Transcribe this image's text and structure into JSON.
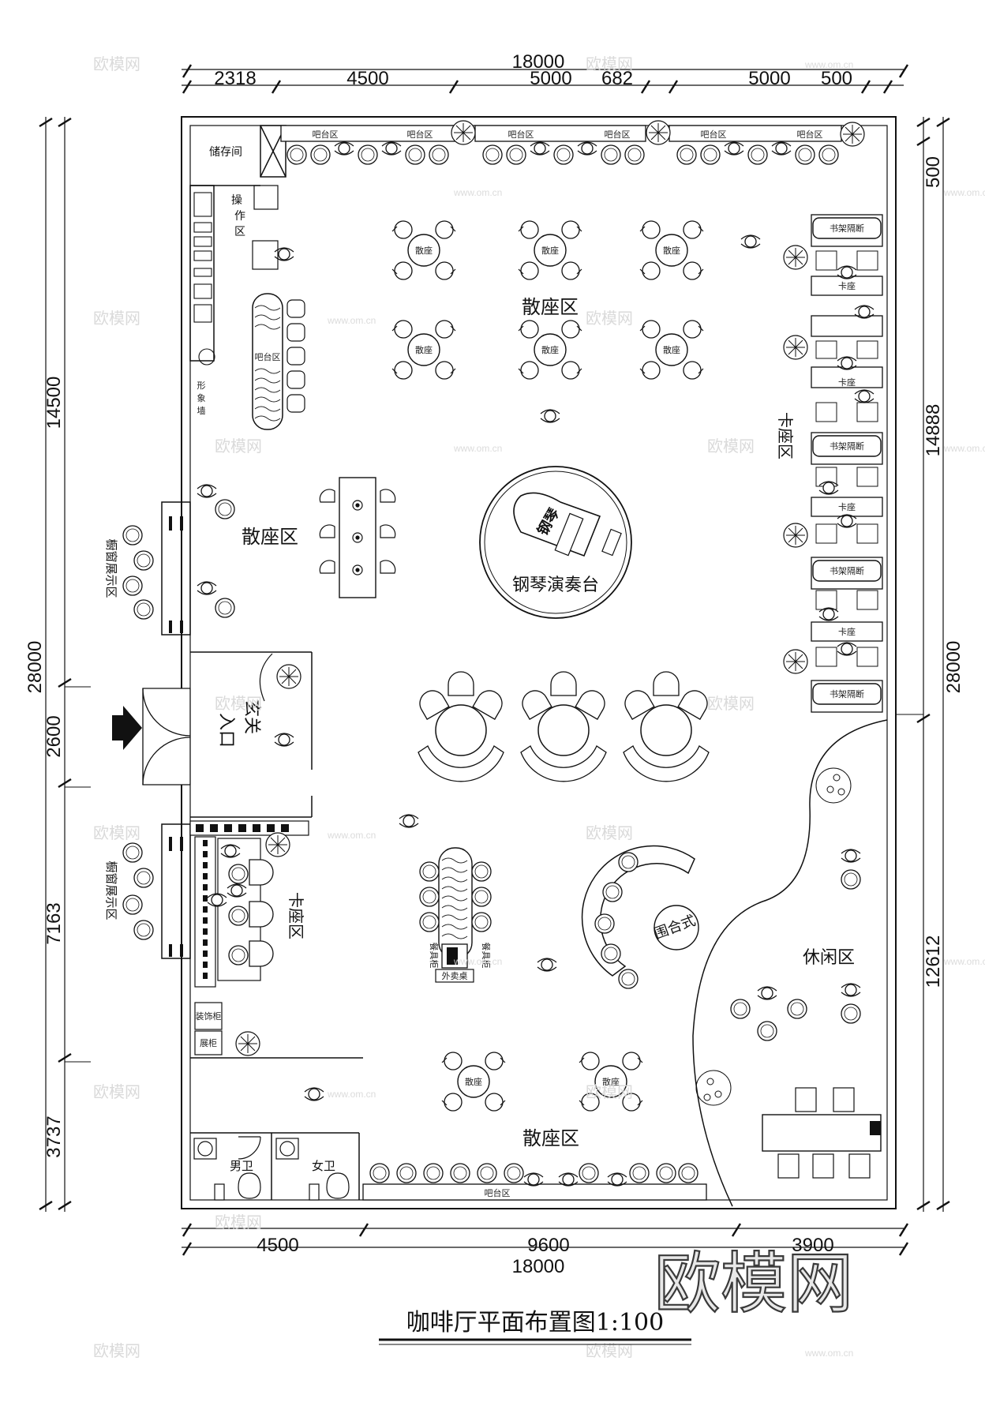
{
  "title": "咖啡厅平面布置图1:100",
  "dims": {
    "top_total": "18000",
    "top_parts": [
      "2318",
      "4500",
      "5000",
      "682",
      "5000",
      "500"
    ],
    "bottom_total": "18000",
    "bottom_parts": [
      "4500",
      "9600",
      "3900"
    ],
    "left_total": "28000",
    "left_parts": [
      "14500",
      "2600",
      "7163",
      "3737"
    ],
    "right_total": "28000",
    "right_parts": [
      "500",
      "14888",
      "12612"
    ]
  },
  "rooms": {
    "storage": "储存间",
    "operation": "操作区",
    "image_wall": "形象墙",
    "bar_small": "吧台区",
    "bar_top": [
      "吧台区",
      "吧台区",
      "吧台区",
      "吧台区",
      "吧台区",
      "吧台区"
    ],
    "bar_bottom": "吧台区",
    "scatter_top": "散座区",
    "scatter_left": "散座区",
    "scatter_bottom": "散座区",
    "booth_right": "卡座区",
    "booth_left": "卡座区",
    "piano_stage": "钢琴演奏台",
    "piano": "钢琴",
    "entrance_a": "玄关",
    "entrance_b": "入口",
    "window_display": "橱窗展示区",
    "enclosed": "围合式",
    "leisure": "休闲区",
    "takeout": "外卖桌",
    "tableware": "餐具柜",
    "deco_cabinet": "装饰柜",
    "display_cabinet": "展柜",
    "men_wc": "男卫",
    "women_wc": "女卫",
    "table_label": "散座",
    "booth_seat": "卡座",
    "bookshelf": "书架隔断"
  },
  "watermark": {
    "text": "欧模网",
    "url": "www.om.cn"
  }
}
